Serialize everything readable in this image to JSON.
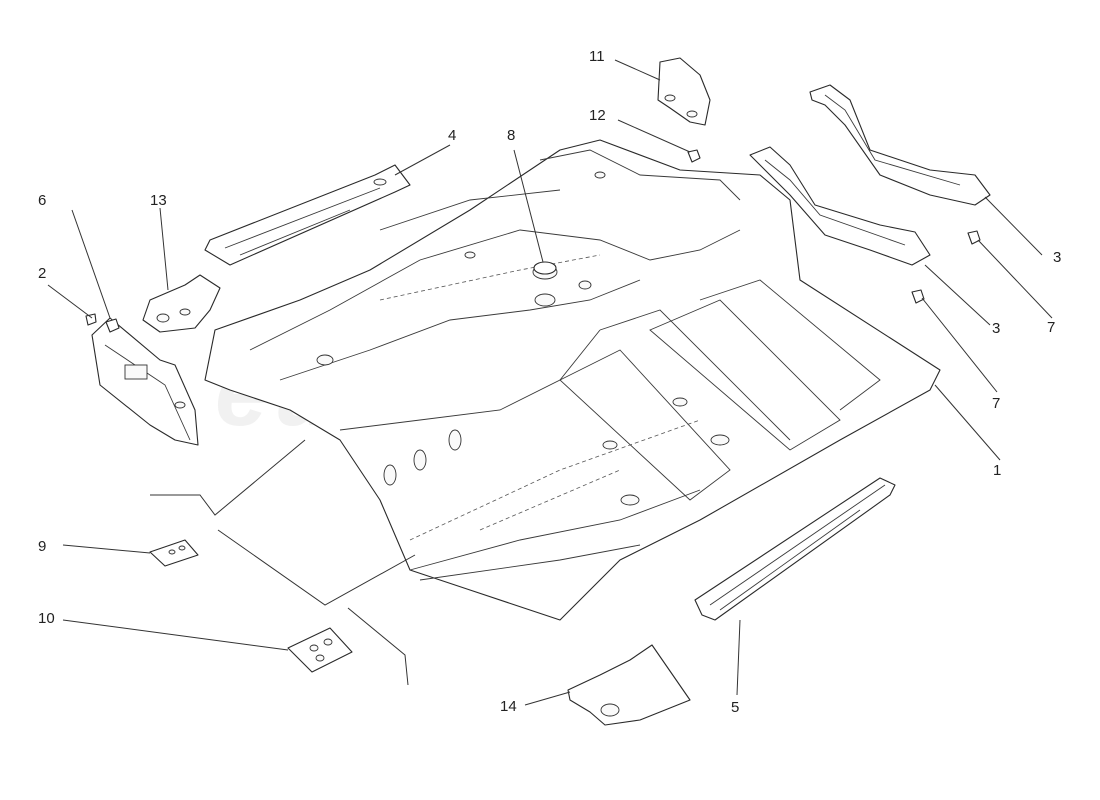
{
  "watermark": "eurospares",
  "callouts": [
    {
      "id": "c1",
      "label": "1"
    },
    {
      "id": "c2",
      "label": "2"
    },
    {
      "id": "c3a",
      "label": "3"
    },
    {
      "id": "c3b",
      "label": "3"
    },
    {
      "id": "c4",
      "label": "4"
    },
    {
      "id": "c5",
      "label": "5"
    },
    {
      "id": "c6",
      "label": "6"
    },
    {
      "id": "c7a",
      "label": "7"
    },
    {
      "id": "c7b",
      "label": "7"
    },
    {
      "id": "c8",
      "label": "8"
    },
    {
      "id": "c9",
      "label": "9"
    },
    {
      "id": "c10",
      "label": "10"
    },
    {
      "id": "c11",
      "label": "11"
    },
    {
      "id": "c12",
      "label": "12"
    },
    {
      "id": "c13",
      "label": "13"
    },
    {
      "id": "c14",
      "label": "14"
    }
  ]
}
